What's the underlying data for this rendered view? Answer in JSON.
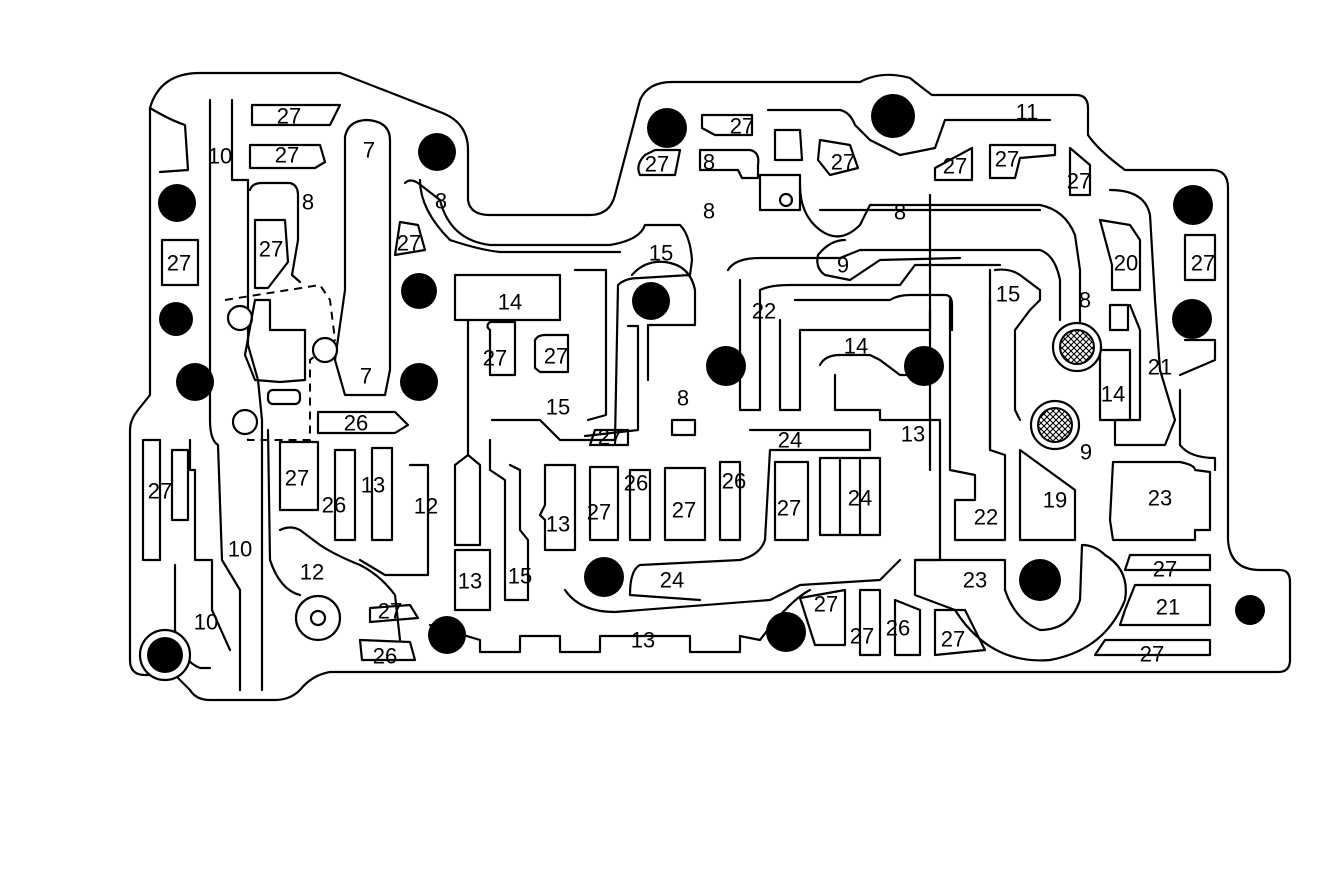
{
  "diagram": {
    "description_visible": "",
    "callouts": [
      "27",
      "10",
      "27",
      "8",
      "7",
      "27",
      "27",
      "8",
      "8",
      "8",
      "27",
      "27",
      "27",
      "11",
      "27",
      "27",
      "27",
      "27",
      "14",
      "15",
      "27",
      "27",
      "22",
      "9",
      "14",
      "15",
      "8",
      "20",
      "27",
      "21",
      "7",
      "26",
      "27",
      "26",
      "13",
      "12",
      "15",
      "27",
      "8",
      "13",
      "24",
      "14",
      "27",
      "13",
      "26",
      "26",
      "27",
      "27",
      "24",
      "22",
      "19",
      "23",
      "10",
      "12",
      "13",
      "15",
      "24",
      "13",
      "27",
      "27",
      "26",
      "27",
      "26",
      "23",
      "27",
      "21",
      "27",
      "10",
      "9"
    ]
  }
}
